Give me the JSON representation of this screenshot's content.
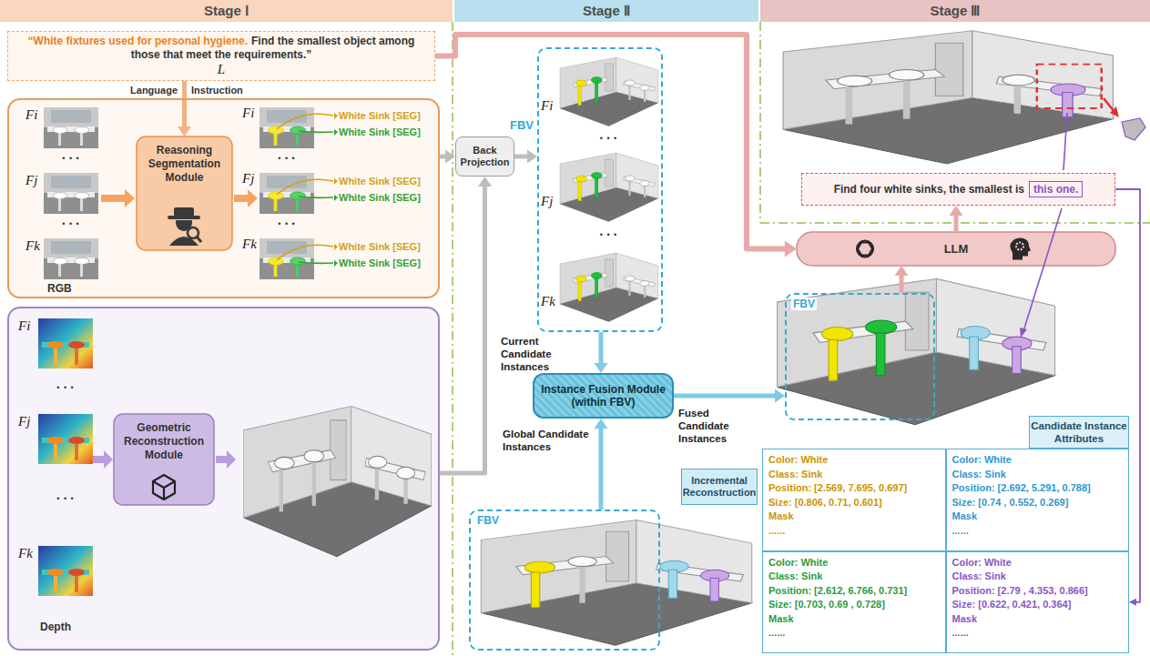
{
  "diagram": {
    "nodes": [
      {
        "text": [
          "Stage Ⅰ"
        ]
      },
      {
        "text": [
          "Stage Ⅱ"
        ]
      },
      {
        "text": [
          "Stage Ⅲ"
        ]
      },
      {
        "text": [
          "“White fixtures used for personal hygiene.",
          "Find the smallest object among those that meet the requirements.”",
          "L"
        ]
      },
      {
        "text": [
          "RGB"
        ]
      },
      {
        "text": [
          "Reasoning Segmentation Module"
        ],
        "in": 4
      },
      {
        "text": [
          "Depth"
        ]
      },
      {
        "text": [
          "Geometric Reconstruction Module"
        ],
        "in": 6
      },
      {
        "text": [
          "Back Projection"
        ]
      },
      {
        "text": [
          "FBV"
        ]
      },
      {
        "text": [
          "Instance Fusion Module (within FBV)"
        ]
      },
      {
        "text": [
          "FBV"
        ]
      },
      {
        "text": [
          "Incremental Reconstruction"
        ]
      },
      {
        "text": [
          "FBV"
        ]
      },
      {
        "text": [
          "Candidate Instance Attributes"
        ]
      },
      {
        "text": [
          "Color: White",
          "Class: Sink",
          "Position: [2.569, 7.695, 0.697]",
          "Size: [0.806, 0.71, 0.601]",
          "Mask",
          "......"
        ],
        "in": 14
      },
      {
        "text": [
          "Color: White",
          "Class: Sink",
          "Position: [2.692, 5.291, 0.788]",
          "Size: [0.74 , 0.552, 0.269]",
          "Mask",
          "......"
        ],
        "in": 14
      },
      {
        "text": [
          "Color: White",
          "Class: Sink",
          "Position: [2.612, 6.766, 0.731]",
          "Size: [0.703, 0.69 , 0.728]",
          "Mask",
          "......"
        ],
        "in": 14
      },
      {
        "text": [
          "Color: White",
          "Class: Sink",
          "Position: [2.79 , 4.353, 0.866]",
          "Size: [0.622, 0.421, 0.364]",
          "Mask",
          "......"
        ],
        "in": 14
      },
      {
        "text": [
          "LLM"
        ]
      },
      {
        "text": [
          "Find four white sinks, the smallest is"
        ]
      },
      {
        "text": [
          "this one."
        ],
        "in": 20
      }
    ],
    "edges": [
      {
        "from": 3,
        "to": 5,
        "arrow": "to"
      },
      {
        "from": 4,
        "to": 8,
        "arrow": "to"
      },
      {
        "from": 6,
        "to": 8,
        "arrow": "to"
      },
      {
        "from": 8,
        "to": 9,
        "arrow": "to"
      },
      {
        "from": 9,
        "to": 10,
        "arrow": "to"
      },
      {
        "from": 11,
        "to": 10,
        "arrow": "to"
      },
      {
        "from": 10,
        "to": 13,
        "arrow": "to"
      },
      {
        "from": 13,
        "to": 19,
        "arrow": "to"
      },
      {
        "from": 3,
        "to": 19,
        "arrow": "to"
      },
      {
        "from": 19,
        "to": 20,
        "arrow": "to"
      },
      {
        "from": 21,
        "to": 18,
        "arrow": "to"
      }
    ],
    "labels": [
      "Language",
      "Instruction",
      "Fi",
      "Fj",
      "Fk",
      "• • •",
      "• • •",
      "Fi",
      "Fj",
      "Fk",
      "• • •",
      "• • •",
      "White Sink [SEG]",
      "White Sink [SEG]",
      "White Sink [SEG]",
      "White Sink [SEG]",
      "White Sink [SEG]",
      "White Sink [SEG]",
      "Fi",
      "Fj",
      "Fk",
      "• • •",
      "• • •",
      "Fi",
      "Fj",
      "Fk",
      "• • •",
      "• • •",
      "Current Candidate Instances",
      "Global Candidate Instances",
      "Fused Candidate Instances"
    ]
  }
}
